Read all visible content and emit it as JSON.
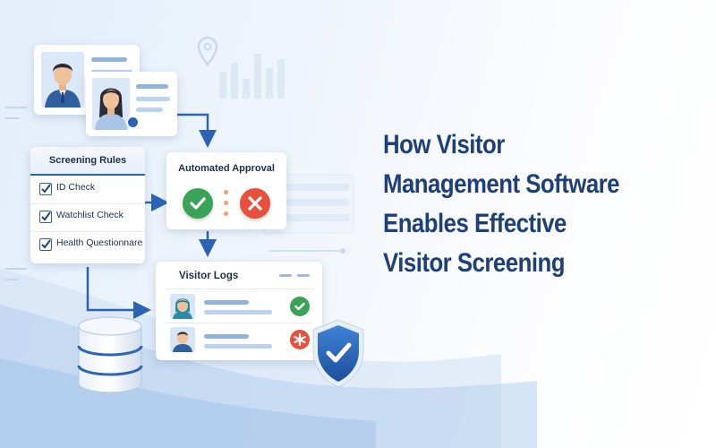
{
  "headline": {
    "line1": "How Visitor",
    "line2": "Management Software",
    "line3": "Enables Effective",
    "line4": "Visitor Screening"
  },
  "screening_rules": {
    "title": "Screening Rules",
    "items": [
      {
        "label": "ID Check",
        "checked": true
      },
      {
        "label": "Watchlist Check",
        "checked": true
      },
      {
        "label": "Health Questionnare",
        "checked": true
      }
    ]
  },
  "automated_approval": {
    "title": "Automated Approval",
    "approve_icon": "check-icon",
    "reject_icon": "x-icon"
  },
  "visitor_logs": {
    "title": "Visitor Logs",
    "rows": [
      {
        "avatar": "female-visitor-avatar",
        "status": "approved",
        "status_icon": "check-icon"
      },
      {
        "avatar": "male-visitor-avatar",
        "status": "flagged",
        "status_icon": "alert-icon"
      }
    ]
  },
  "colors": {
    "brand_navy": "#1f3f78",
    "approve_green": "#3aa35a",
    "reject_red": "#e8503e",
    "accent_blue": "#2d63b4"
  }
}
